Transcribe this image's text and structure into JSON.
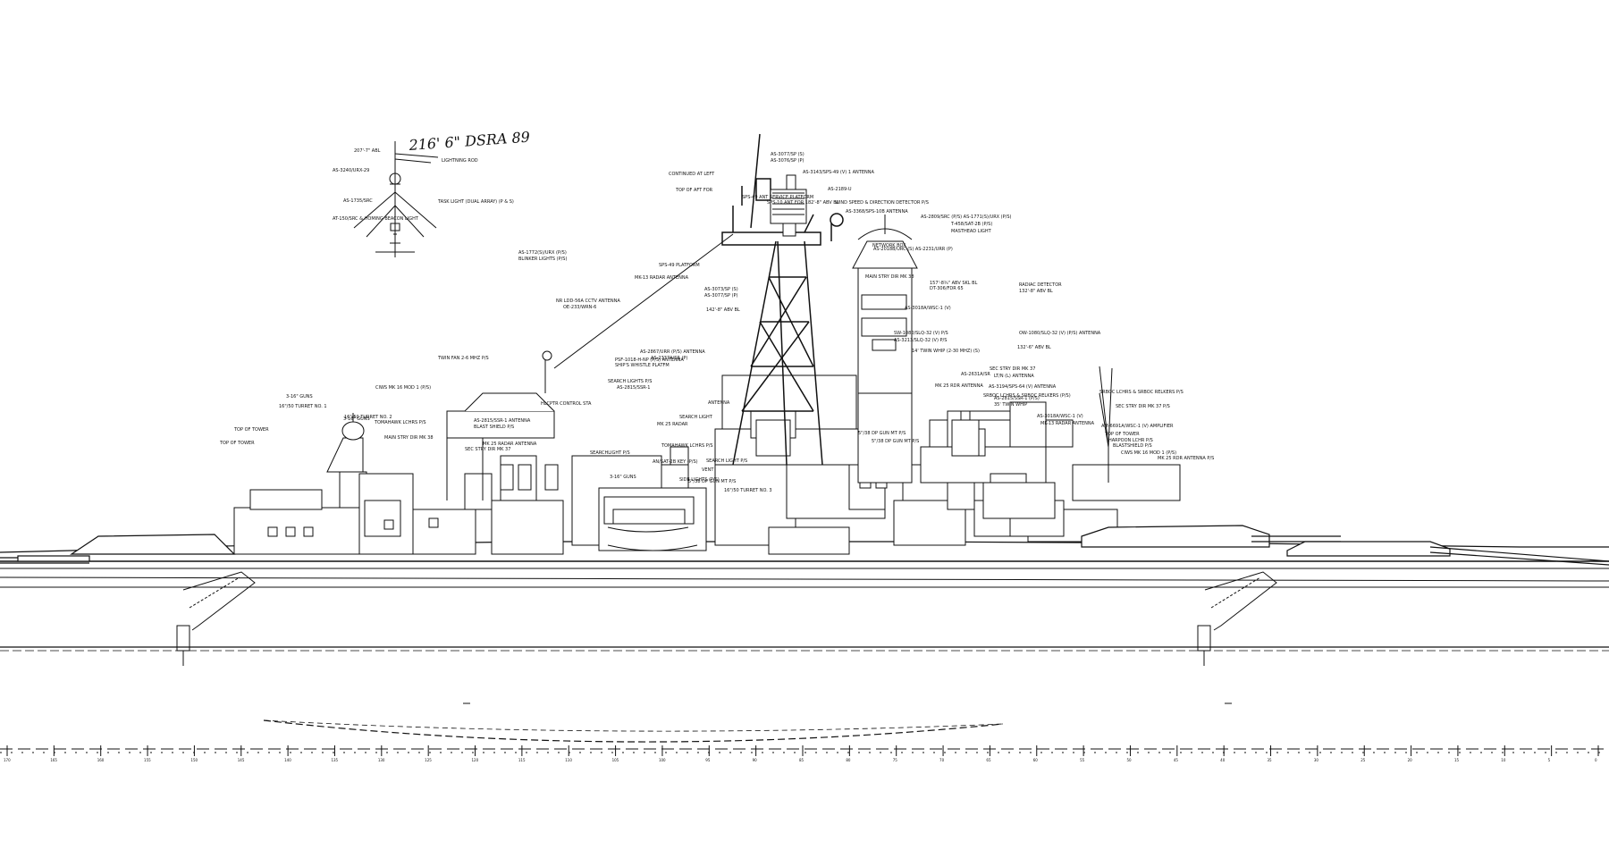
{
  "handwritten_note": "216' 6\" DSRA 89",
  "mast_detail_labels": [
    "207'-7\" ABL",
    "LIGHTNING ROD",
    "AS-3240/URX-29",
    "AS-1735/SRC",
    "TASK LIGHT (DUAL ARRAY) (P & S)",
    "AT-150/SRC & HOMING BEACON LIGHT"
  ],
  "antenna_labels": [
    "CONTINUED AT LEFT",
    "AS-3077/SP (S)",
    "AS-3076/SP (P)",
    "AS-3143/SPS-49 (V) 1 ANTENNA",
    "AS-2189-U",
    "WIND SPEED & DIRECTION DETECTOR P/S",
    "AS-3368/SPS-10B ANTENNA",
    "AS-2809/SRC (P/S) AS-1771(S)/URX (P/S)",
    "T-458/SAT-2B (P/S)",
    "MASTHEAD LIGHT",
    "NETWORK BOX",
    "TOP OF AFT FOR",
    "SPS-49 ANT SERVICE PLATFORM",
    "SPS-10 ANT FOR 182'-8\" ABV BL",
    "AS-2018B/URC (S) AS-2231/URR (P)",
    "AS-1772(S)/URX (P/S)",
    "BLINKER LIGHTS (P/S)",
    "SPS-49 PLATFORM",
    "MK-13 RADAR ANTENNA",
    "MAIN STRY DIR MK 38",
    "157'-8¾\" ABV SKL BL",
    "DT-306/FDR 65",
    "RADIAC DETECTOR",
    "132'-8\" ABV BL",
    "AS-3073/SP (S)",
    "AS-3077/SP (P)",
    "AS-3018A/WSC-1 (V)",
    "142'-8\" ABV BL",
    "SW-1080/SLQ-32 (V) P/S",
    "AS-3213/SLQ-32 (V) P/S",
    "OW-1080/SLQ-32 (V) (P/S) ANTENNA",
    "NR LDD-56A CCTV ANTENNA",
    "OE-233/WRN-6",
    "TWIN FAN 2-6 MHZ P/S",
    "PSF-1018-H-NP (P/S) ANTENNA",
    "SHIP'S WHISTLE PLATFM",
    "AS-2867/URR (P/S) ANTENNA",
    "AS-2337A/SR (P)",
    "14' TWIN WHIP (2-30 MHZ) (S)",
    "132'-6\" ABV BL",
    "SEARCH LIGHTS P/S",
    "AS-2815/SSR-1",
    "ANTENNA",
    "AS-2631A/SR",
    "MK 25 RDR ANTENNA",
    "SEC STRY DIR MK 37",
    "LT/N (L) ANTENNA",
    "AS-3194/SPS-64 (V) ANTENNA",
    "AS-2815/SSR-1 (P/S)",
    "35' TWIN WHIP",
    "AS-3018A/WSC-1 (V)",
    "MK-13 RADAR ANTENNA",
    "AM-6691A/WSC-1 (V) AMPLIFIER",
    "TOP OF TOWER",
    "HARPOON LCHR P/S",
    "BLASTSHIELD P/S",
    "CIWS MK 16 MOD 1 (P/S)",
    "MK 25 RDR ANTENNA P/S",
    "SEC STRY DIR MK 37 P/S",
    "SRBOC LCHRS & SRBOC RELKERS P/S",
    "SRBOC LCHRS & SRBOC RELKERS (P/S)",
    "CIWS MK 16 MOD 1 (P/S)",
    "TOMAHAWK LCHRS P/S",
    "MAIN STRY DIR MK 38",
    "AS-2815/SSR-1 ANTENNA",
    "BLAST SHIELD P/S",
    "MK 25 RADAR ANTENNA",
    "SEC STRY DIR MK 37",
    "HLCPTR CONTROL STA",
    "SEARCH LIGHT",
    "MK 25 RADAR",
    "TOMAHAWK LCHRS P/S",
    "SEARCH LIGHT P/S",
    "SIDE LIGHTS (P/S)",
    "SEARCHLIGHT P/S",
    "AN/SAT-2B KEY (P/S)",
    "VENT",
    "5\"/38 DP GUN MT P/S",
    "5\"/38 DP GUN MT P/S",
    "5\"/38 DP GUN MT P/S",
    "16\"/50 TURRET NO. 3",
    "3-16\" GUNS",
    "16\"/50 TURRET NO. 2",
    "3-16\" GUNS",
    "16\"/50 TURRET NO. 1",
    "3-16\" GUNS",
    "TOP OF TOWER",
    "TOP OF TOWER"
  ],
  "scale_ticks": [
    "170",
    "165",
    "160",
    "155",
    "150",
    "145",
    "140",
    "135",
    "130",
    "125",
    "120",
    "115",
    "110",
    "105",
    "100",
    "95",
    "90",
    "85",
    "80",
    "75",
    "70",
    "65",
    "60",
    "55",
    "50",
    "45",
    "40",
    "35",
    "30",
    "25",
    "20",
    "15",
    "10",
    "5",
    "0"
  ]
}
